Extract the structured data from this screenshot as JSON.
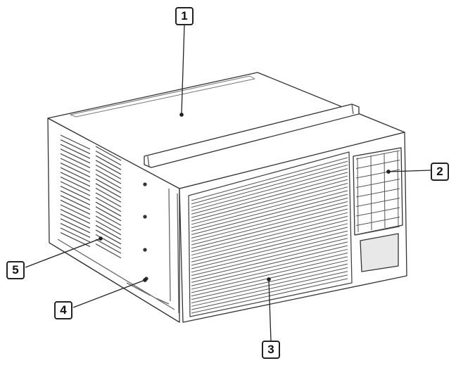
{
  "callouts": [
    {
      "label": "1",
      "part": "cabinet-top"
    },
    {
      "label": "2",
      "part": "air-louvers"
    },
    {
      "label": "3",
      "part": "front-grille"
    },
    {
      "label": "4",
      "part": "cabinet-side"
    },
    {
      "label": "5",
      "part": "side-air-vents"
    }
  ],
  "colors": {
    "line": "#333333",
    "light": "#888888",
    "fill": "#ffffff"
  }
}
